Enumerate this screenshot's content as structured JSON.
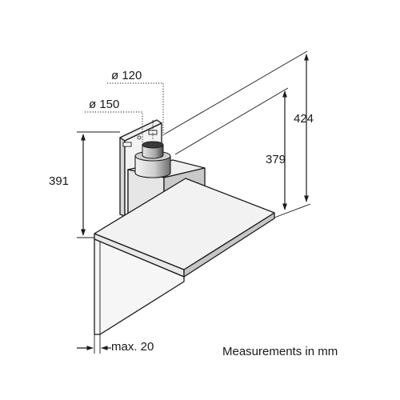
{
  "dimensions": {
    "dia_120": "ø 120",
    "dia_150": "ø 150",
    "height_391": "391",
    "height_379": "379",
    "height_424": "424",
    "wall_gap": "max. 20"
  },
  "note": "Measurements in mm",
  "colors": {
    "line": "#1a1a1a",
    "surface_light": "#f2f2f2",
    "surface_mid": "#e0e0e0",
    "surface_dark": "#c8c8c8",
    "duct_dark": "#707070"
  }
}
